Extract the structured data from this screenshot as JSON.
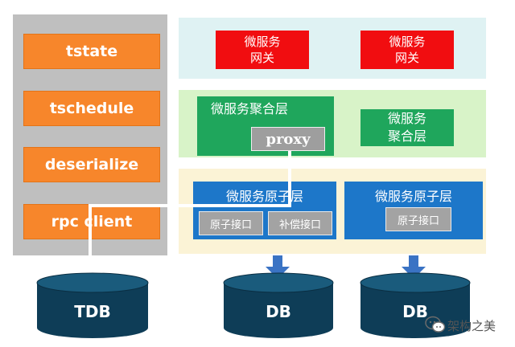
{
  "left_stack": {
    "items": [
      "tstate",
      "tschedule",
      "deserialize",
      "rpc client"
    ]
  },
  "gateway_layer": {
    "boxes": [
      {
        "line1": "微服务",
        "line2": "网关"
      },
      {
        "line1": "微服务",
        "line2": "网关"
      }
    ]
  },
  "aggregation_layer": {
    "main_label": "微服务聚合层",
    "proxy_label": "proxy",
    "secondary": {
      "line1": "微服务",
      "line2": "聚合层"
    }
  },
  "atomic_layer": {
    "left_box": {
      "label": "微服务原子层",
      "buttons": [
        "原子接口",
        "补偿接口"
      ]
    },
    "right_box": {
      "label": "微服务原子层",
      "buttons": [
        "原子接口"
      ]
    }
  },
  "databases": [
    "TDB",
    "DB",
    "DB"
  ],
  "watermark": {
    "text": "架构之美"
  },
  "colors": {
    "left_buttons": "#f7862b",
    "gateway": "#f10d10",
    "aggregation": "#1fa65c",
    "atomic": "#1d77c9",
    "database": "#0e3d57",
    "arrow": "#3a73c4"
  }
}
